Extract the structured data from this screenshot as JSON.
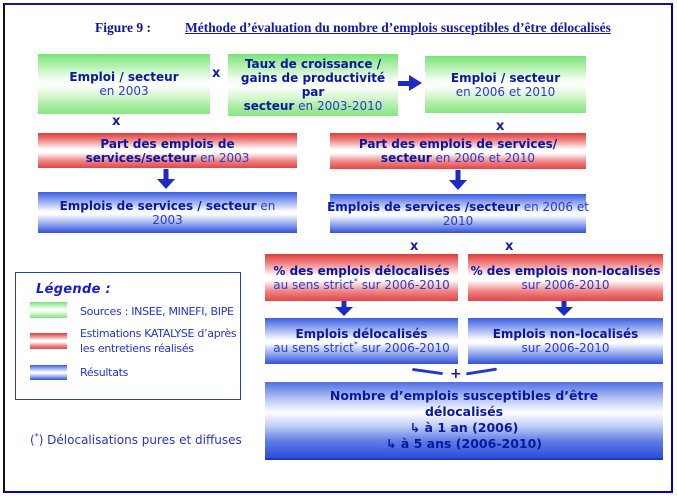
{
  "figure": {
    "label": "Figure 9 :",
    "title": "Méthode d’évaluation du nombre d’emplois susceptibles d’être délocalisés"
  },
  "operators": {
    "multiply": "x",
    "plus": "+"
  },
  "boxes": {
    "emploi_2003": {
      "line1": "Emploi / secteur",
      "line2": "en 2003"
    },
    "taux_croissance": {
      "line1": "Taux de croissance /",
      "line2": "gains de productivité",
      "line3": "par",
      "line4_bold": "secteur",
      "line4_rest": " en 2003-2010"
    },
    "emploi_2006": {
      "line1": "Emploi / secteur",
      "line2": "en 2006 et 2010"
    },
    "part_services_2003": {
      "line1": "Part des emplois de",
      "line2_bold": "services/secteur",
      "line2_rest": " en 2003"
    },
    "emplois_services_2003": {
      "line1_bold": "Emplois de services / secteur",
      "line1_rest": " en",
      "line2": "2003"
    },
    "part_services_2006": {
      "line1": "Part des emplois de services/",
      "line2_bold": "secteur",
      "line2_rest": " en 2006 et 2010"
    },
    "emplois_services_2006": {
      "line1_bold": "Emplois de services /secteur",
      "line1_rest": " en 2006 et",
      "line2": "2010"
    },
    "pct_delocalises": {
      "line1": "% des emplois délocalisés",
      "line2_pre": "au sens strict",
      "line2_sup": "*",
      "line2_post": " sur 2006-2010"
    },
    "pct_non_localises": {
      "line1": "% des emplois non-localisés",
      "line2": "sur 2006-2010"
    },
    "emplois_delocalises": {
      "line1": "Emplois délocalisés",
      "line2_pre": "au sens strict",
      "line2_sup": "*",
      "line2_post": " sur 2006-2010"
    },
    "emplois_non_localises": {
      "line1": "Emplois non-localisés",
      "line2": "sur 2006-2010"
    },
    "resultat": {
      "line1": "Nombre d’emplois susceptibles d’être",
      "line2": "délocalisés",
      "bullet_icon": "↳",
      "bullet1": "à 1 an (2006)",
      "bullet2": "à 5 ans (2006-2010)"
    }
  },
  "legend": {
    "title": "Légende :",
    "items": [
      {
        "swatch_color": "green",
        "lines": [
          "Sources : INSEE, MINEFI, BIPE"
        ]
      },
      {
        "swatch_color": "red",
        "lines": [
          "Estimations KATALYSE d’après",
          "les entretiens réalisés"
        ]
      },
      {
        "swatch_color": "blue",
        "lines": [
          "Résultats"
        ]
      }
    ]
  },
  "footnote": {
    "pre": "(",
    "sup": "*",
    "post": ") Délocalisations pures et diffuses"
  },
  "colors": {
    "source_green": "#7de47d",
    "estimation_red": "#e64040",
    "result_blue": "#3c5de2",
    "accent_navy": "#1620a8"
  }
}
